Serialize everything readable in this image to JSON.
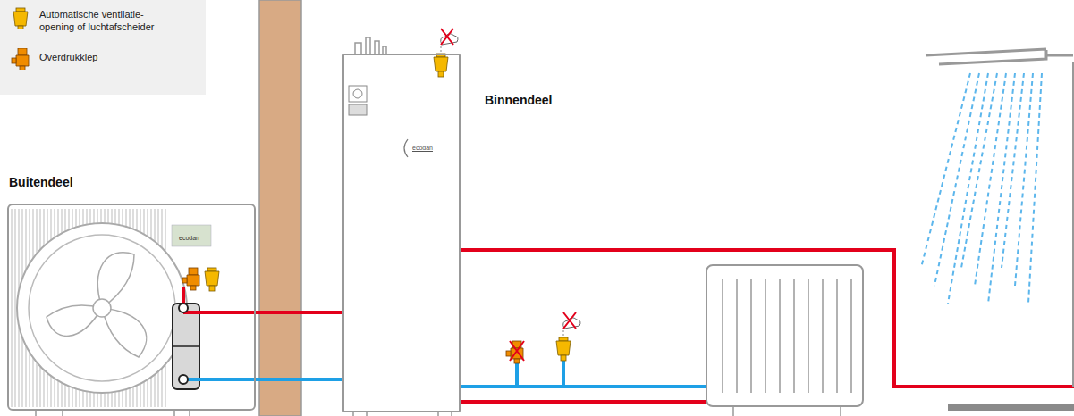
{
  "diagram": {
    "nodes": [
      {
        "text": [
          "Buitendeel"
        ]
      },
      {
        "text": [
          "Binnendeel",
          "ecodan"
        ]
      }
    ],
    "edges": [
      {
        "from": 0,
        "to": 1,
        "arrow": "none"
      },
      {
        "from": 0,
        "to": 1,
        "arrow": "none"
      }
    ],
    "labels": [
      "ecodan"
    ],
    "legend": [
      {
        "text": "Automatische ventilatie- opening of luchtafscheider"
      },
      {
        "text": "Overdrukklep"
      }
    ]
  }
}
